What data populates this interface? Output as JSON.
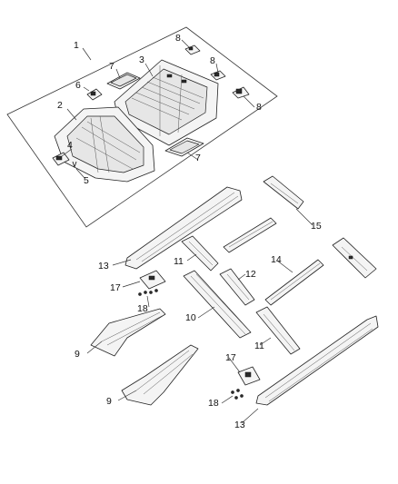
{
  "callouts": {
    "c1": "1",
    "c2": "2",
    "c3": "3",
    "c4": "4",
    "c5": "5",
    "c6": "6",
    "c7a": "7",
    "c7b": "7",
    "c8a": "8",
    "c8b": "8",
    "c8c": "8",
    "c9a": "9",
    "c9b": "9",
    "c10": "10",
    "c11a": "11",
    "c11b": "11",
    "c12": "12",
    "c13a": "13",
    "c13b": "13",
    "c14": "14",
    "c15": "15",
    "c17a": "17",
    "c17b": "17",
    "c18a": "18",
    "c18b": "18"
  }
}
